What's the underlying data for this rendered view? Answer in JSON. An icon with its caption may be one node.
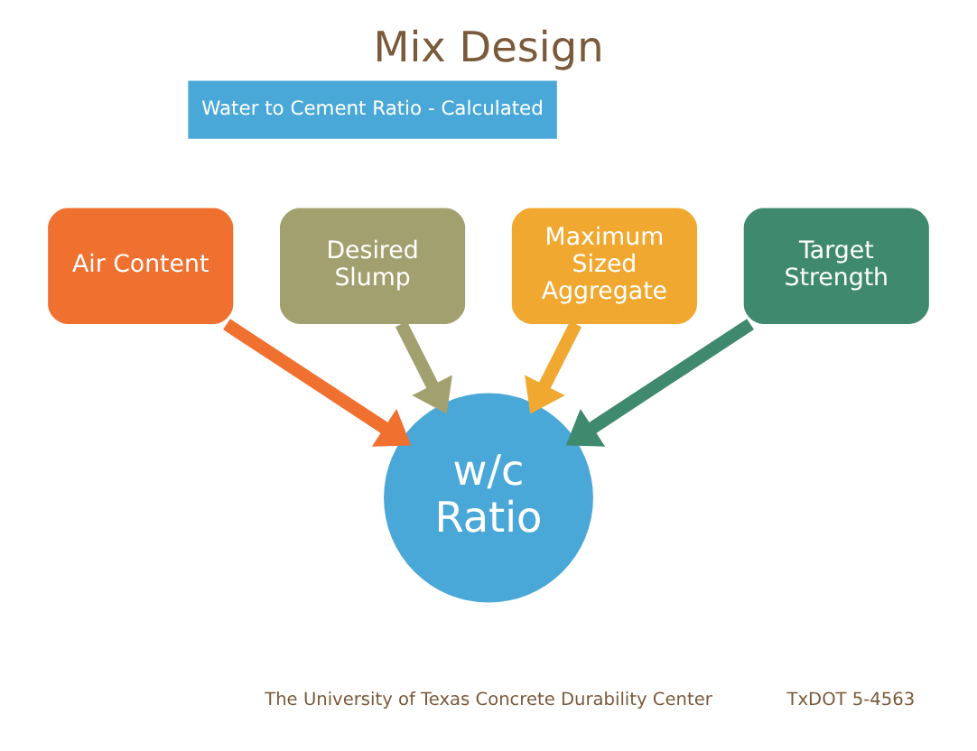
{
  "diagram": {
    "title": "Mix Design",
    "nodes": [
      {
        "text": [
          "Air Content"
        ]
      },
      {
        "text": [
          "Desired Slump"
        ]
      },
      {
        "text": [
          "Maximum Sized Aggregate"
        ]
      },
      {
        "text": [
          "Target Strength"
        ]
      },
      {
        "text": [
          "w/c Ratio"
        ]
      }
    ],
    "edges": [
      {
        "from": 0,
        "to": 4,
        "arrow": "to",
        "color": "#f07030"
      },
      {
        "from": 1,
        "to": 4,
        "arrow": "to",
        "color": "#a3a070"
      },
      {
        "from": 2,
        "to": 4,
        "arrow": "to",
        "color": "#f0a830"
      },
      {
        "from": 3,
        "to": 4,
        "arrow": "to",
        "color": "#3f8a6e"
      }
    ],
    "labels": [
      "Water to Cement Ratio - Calculated",
      "The University of Texas Concrete Durability Center",
      "TxDOT 5-4563"
    ]
  }
}
